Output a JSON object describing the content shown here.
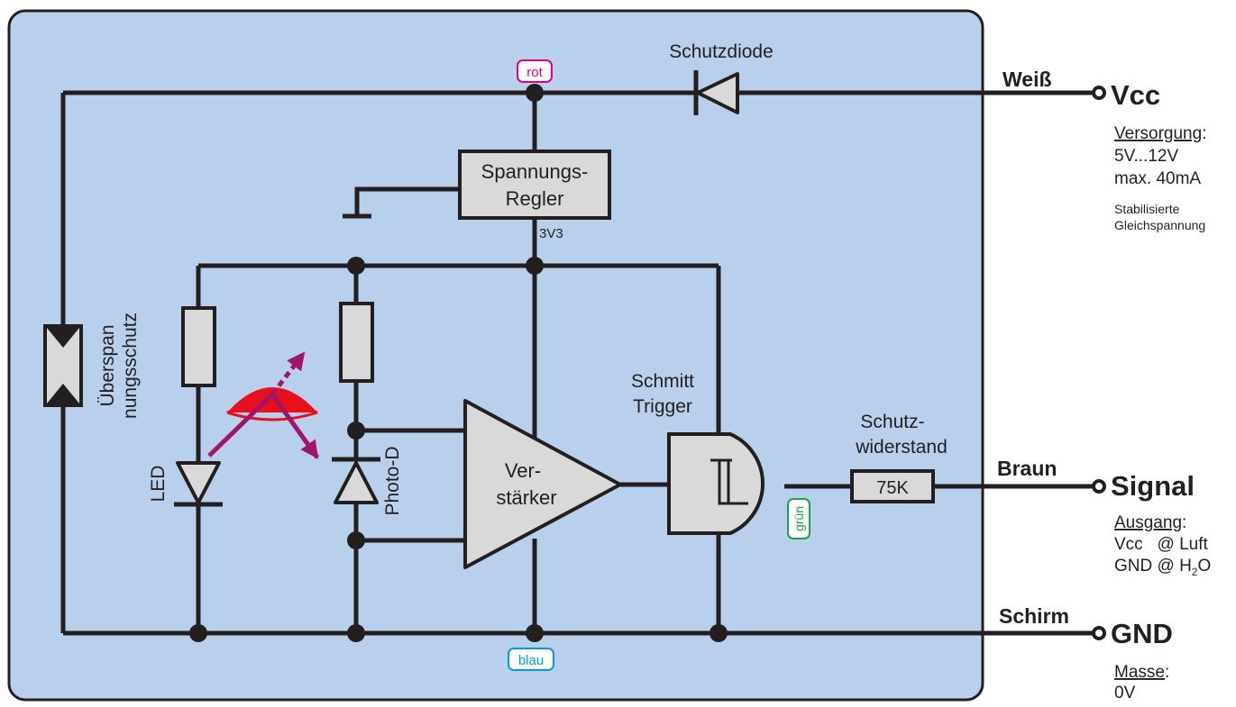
{
  "colors": {
    "panel": "#b8d0ec",
    "wire": "#231f20",
    "component_fill": "#d9d9d9",
    "red": "#e8101a",
    "magenta": "#a0156a",
    "rot": "#e4007c",
    "blau": "#009ee0",
    "gruen": "#1aa34a"
  },
  "labels": {
    "schutzdiode": "Schutzdiode",
    "rot": "rot",
    "regler_line1": "Spannungs-",
    "regler_line2": "Regler",
    "v3v3": "3V3",
    "ueberspan_line1": "Überspan",
    "ueberspan_line2": "nungsschutz",
    "led": "LED",
    "photo": "Photo-D",
    "amp_line1": "Ver-",
    "amp_line2": "stärker",
    "schmitt_line1": "Schmitt",
    "schmitt_line2": "Trigger",
    "schutzw_line1": "Schutz-",
    "schutzw_line2": "widerstand",
    "resistor_value": "75K",
    "gruen": "grün",
    "blau": "blau"
  },
  "terminals": {
    "vcc": {
      "wire": "Weiß",
      "name": "Vcc",
      "desc_title": "Versorgung",
      "lines": [
        "5V...12V",
        "max. 40mA"
      ],
      "small_lines": [
        "Stabilisierte",
        "Gleichspannung"
      ]
    },
    "signal": {
      "wire": "Braun",
      "name": "Signal",
      "desc_title": "Ausgang",
      "line1": "Vcc   @ Luft",
      "line2_prefix": "GND @ H",
      "line2_sub": "2",
      "line2_suffix": "O"
    },
    "gnd": {
      "wire": "Schirm",
      "name": "GND",
      "desc_title": "Masse",
      "line1": "0V"
    }
  }
}
